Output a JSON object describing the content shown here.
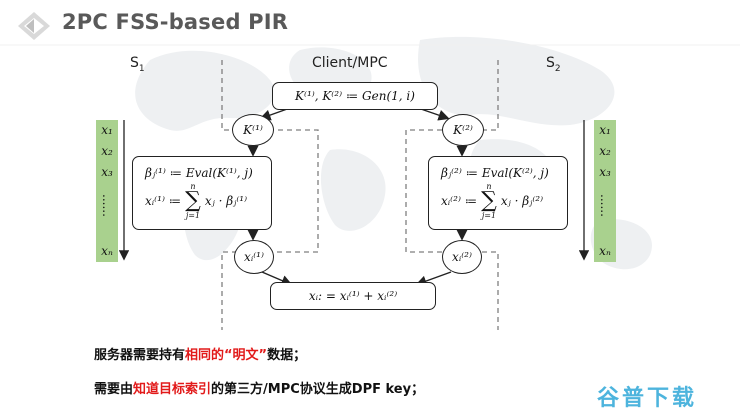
{
  "title": "2PC FSS-based PIR",
  "parties": {
    "s1": {
      "base": "S",
      "sub": "1"
    },
    "client": "Client/MPC",
    "s2": {
      "base": "S",
      "sub": "2"
    }
  },
  "gen_box": "K⁽¹⁾, K⁽²⁾ ≔ Gen(1, i)",
  "key_circles": {
    "left": "K⁽¹⁾",
    "right": "K⁽²⁾"
  },
  "eval": {
    "left": {
      "line1": "βⱼ⁽¹⁾ ≔ Eval(K⁽¹⁾, j)",
      "lhs": "xᵢ⁽¹⁾ ≔",
      "upper": "n",
      "lower": "j=1",
      "term": "xⱼ · βⱼ⁽¹⁾"
    },
    "right": {
      "line1": "βⱼ⁽²⁾ ≔ Eval(K⁽²⁾, j)",
      "lhs": "xᵢ⁽²⁾ ≔",
      "upper": "n",
      "lower": "j=1",
      "term": "xⱼ · βⱼ⁽²⁾"
    }
  },
  "share_circles": {
    "left": "xᵢ⁽¹⁾",
    "right": "xᵢ⁽²⁾"
  },
  "result_box": "xᵢ: = xᵢ⁽¹⁾ + xᵢ⁽²⁾",
  "vector": {
    "items": [
      "x₁",
      "x₂",
      "x₃"
    ],
    "dots": "......",
    "last": "xₙ"
  },
  "notes": [
    {
      "parts": [
        {
          "text": "服务器需要持有",
          "red": false
        },
        {
          "text": "相同的“明文”",
          "red": true
        },
        {
          "text": "数据；",
          "red": false
        }
      ]
    },
    {
      "parts": [
        {
          "text": "需要由",
          "red": false
        },
        {
          "text": "知道目标索引",
          "red": true
        },
        {
          "text": "的第三方/MPC协议生成DPF key；",
          "red": false
        }
      ]
    }
  ],
  "watermark": "谷普下载",
  "colors": {
    "vector": "#a9d18e",
    "highlight": "#e21a1a",
    "title": "#595959",
    "watermark": "#2ea7d8"
  }
}
